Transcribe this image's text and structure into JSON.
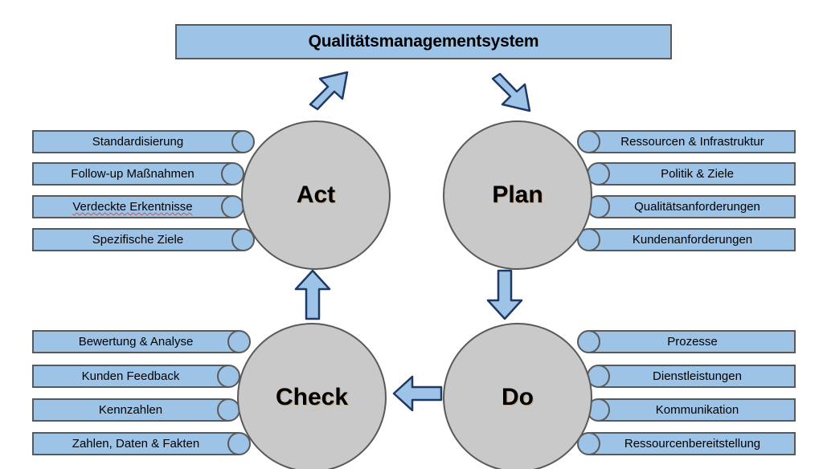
{
  "diagram": {
    "type": "pdca-cycle",
    "title": "Qualitätsmanagementsystem",
    "colors": {
      "bar_fill": "#9DC3E6",
      "bar_border": "#595959",
      "circle_fill": "#C9C9C9",
      "circle_border": "#595959",
      "arrow_fill": "#9DC3E6",
      "arrow_border": "#1F3864",
      "background": "#FFFFFF",
      "spellcheck_underline": "#E8473F"
    }
  },
  "phases": {
    "act": {
      "label": "Act",
      "side": "left",
      "items": [
        {
          "label": "Standardisierung",
          "misspelled": false
        },
        {
          "label": "Follow-up Maßnahmen",
          "misspelled": false
        },
        {
          "label": "Verdeckte Erkentnisse",
          "misspelled": true
        },
        {
          "label": "Spezifische Ziele",
          "misspelled": false
        }
      ]
    },
    "plan": {
      "label": "Plan",
      "side": "right",
      "items": [
        {
          "label": "Ressourcen & Infrastruktur",
          "misspelled": false
        },
        {
          "label": "Politik & Ziele",
          "misspelled": false
        },
        {
          "label": "Qualitätsanforderungen",
          "misspelled": false
        },
        {
          "label": "Kundenanforderungen",
          "misspelled": false
        }
      ]
    },
    "check": {
      "label": "Check",
      "side": "left",
      "items": [
        {
          "label": "Bewertung & Analyse",
          "misspelled": false
        },
        {
          "label": "Kunden Feedback",
          "misspelled": false
        },
        {
          "label": "Kennzahlen",
          "misspelled": false
        },
        {
          "label": "Zahlen, Daten & Fakten",
          "misspelled": false
        }
      ]
    },
    "do": {
      "label": "Do",
      "side": "right",
      "items": [
        {
          "label": "Prozesse",
          "misspelled": false
        },
        {
          "label": "Dienstleistungen",
          "misspelled": false
        },
        {
          "label": "Kommunikation",
          "misspelled": false
        },
        {
          "label": "Ressourcenbereitstellung",
          "misspelled": false
        }
      ]
    }
  },
  "arrows": [
    {
      "name": "arrow-act-to-title",
      "direction": "up-right",
      "from": "Act",
      "to": "Qualitätsmanagementsystem"
    },
    {
      "name": "arrow-title-to-plan",
      "direction": "down-right",
      "from": "Qualitätsmanagementsystem",
      "to": "Plan"
    },
    {
      "name": "arrow-plan-to-do",
      "direction": "down",
      "from": "Plan",
      "to": "Do"
    },
    {
      "name": "arrow-do-to-check",
      "direction": "left",
      "from": "Do",
      "to": "Check"
    },
    {
      "name": "arrow-check-to-act",
      "direction": "up",
      "from": "Check",
      "to": "Act"
    }
  ]
}
